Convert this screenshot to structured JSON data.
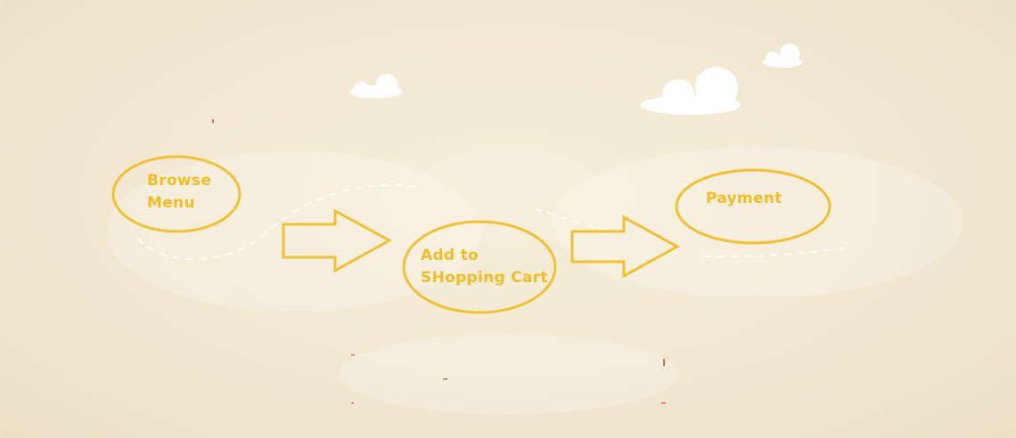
{
  "diagram": {
    "steps": [
      {
        "lines": [
          "Browse",
          "Menu"
        ]
      },
      {
        "lines": [
          "Add to",
          "SHopping Cart"
        ]
      },
      {
        "lines": [
          "Payment"
        ]
      }
    ],
    "colors": {
      "accent": "#f2c12e",
      "label": "#f2bd23",
      "background": "#f3ead5",
      "cloud": "#ffffff"
    },
    "icons": [
      "cloud-icon",
      "right-arrow-icon"
    ]
  }
}
